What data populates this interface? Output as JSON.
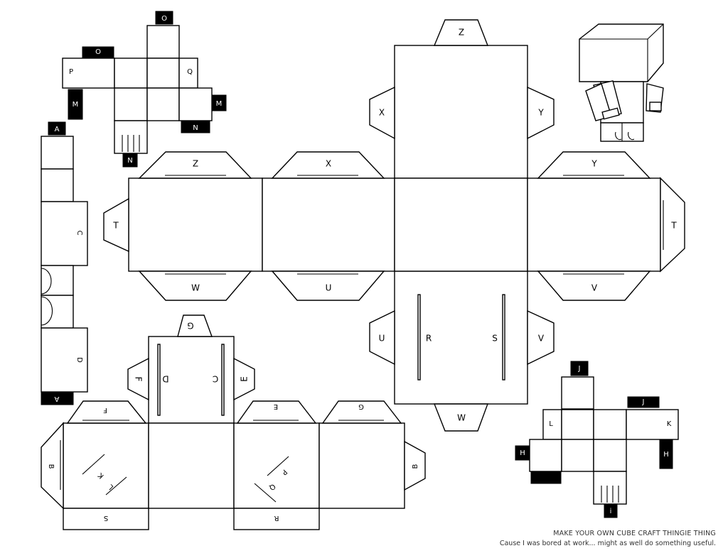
{
  "caption": {
    "title": "MAKE YOUR OWN CUBE CRAFT THINGIE THING",
    "subtitle": "Cause I was bored at work... might as well do something useful."
  },
  "labels": {
    "a": "A",
    "b": "B",
    "c": "C",
    "d": "D",
    "e": "E",
    "f": "F",
    "g": "G",
    "h": "H",
    "i": "i",
    "j": "J",
    "k": "K",
    "l": "L",
    "m": "M",
    "n": "N",
    "o": "O",
    "p": "P",
    "q": "Q",
    "r": "R",
    "s": "S",
    "t": "T",
    "u": "U",
    "v": "V",
    "w": "W",
    "x": "X",
    "y": "Y",
    "z": "Z"
  }
}
